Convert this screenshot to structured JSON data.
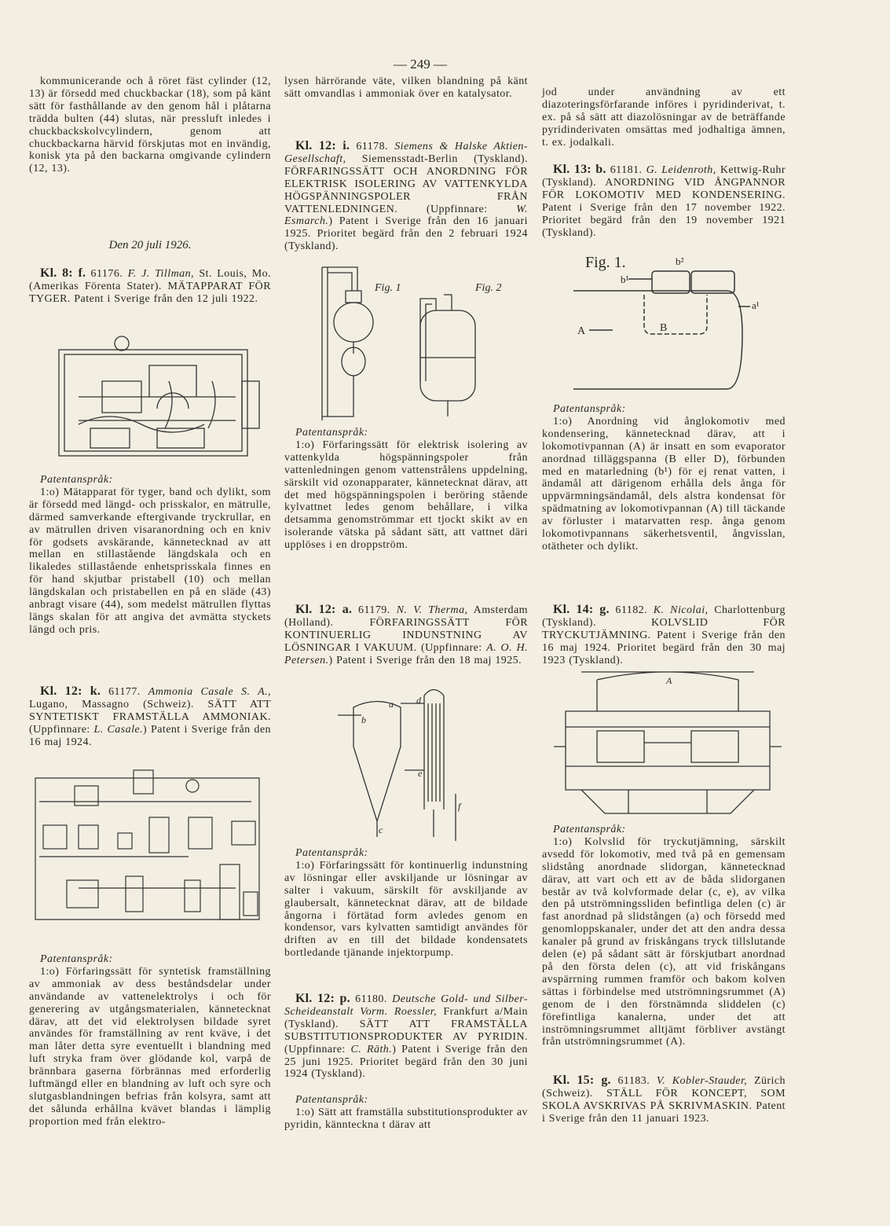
{
  "page_number": "— 249 —",
  "left": {
    "continuation": "kommunicerande och å röret fäst cylinder (12, 13) är försedd med chuckbackar (18), som på känt sätt för fasthållande av den genom hål i plåtarna trädda bulten (44) slutas, när pressluft inledes i chuckbackskolvcylindern, genom att chuckbackarna härvid förskjutas mot en invändig, konisk yta på den backarna omgivande cylindern (12, 13).",
    "date_heading": "Den 20 juli 1926."
  },
  "entries": [
    {
      "cls": "Kl. 8: f.",
      "num": "61176.",
      "applicant": "F. J. Tillman,",
      "pre": "St. Louis, Mo. (Amerikas Förenta Stater). MÄTAPPARAT FÖR TYGER. Patent i Sverige från den 12 juli 1922.",
      "claim_heading": "Patentanspråk:",
      "claim": "1:o) Mätapparat för tyger, band och dylikt, som är försedd med längd- och prisskalor, en mätrulle, därmed samverkande eftergivande tryckrullar, en av mätrullen driven visaranordning och en kniv för godsets avskärande, kännetecknad av att mellan en stillastående längdskala och en likaledes stillastående enhetsprisskala finnes en för hand skjutbar pristabell (10) och mellan längdskalan och pristabellen en på en släde (43) anbragt visare (44), som medelst mätrullen flyttas längs skalan för att angiva det avmätta styckets längd och pris."
    },
    {
      "cls": "Kl. 12: k.",
      "num": "61177.",
      "applicant": "Ammonia Casale S. A.,",
      "pre": "Lugano, Massagno (Schweiz). SÄTT ATT SYNTETISKT FRAMSTÄLLA AMMONIAK. (Uppfinnare:",
      "inventor": "L. Casale.",
      "post": ") Patent i Sverige från den 16 maj 1924.",
      "claim_heading": "Patentanspråk:",
      "claim": "1:o) Förfaringssätt för syntetisk framställning av ammoniak av dess beståndsdelar under användande av vattenelektrolys i och för generering av utgångsmaterialen, kännetecknat därav, att det vid elektrolysen bildade syret användes för framställning av rent kväve, i det man låter detta syre eventuellt i blandning med luft stryka fram över glödande kol, varpå de brännbara gaserna förbrännas med erforderlig luftmängd eller en blandning av luft och syre och slutgasblandningen befrias från kolsyra, samt att det sålunda erhållna kvävet blandas i lämplig proportion med från elektro-",
      "claim_cont": "lysen härrörande väte, vilken blandning på känt sätt omvandlas i ammoniak över en katalysator."
    },
    {
      "cls": "Kl. 12: i.",
      "num": "61178.",
      "applicant": "Siemens & Halske Aktien-Gesellschaft,",
      "pre": "Siemensstadt-Berlin (Tyskland). FÖRFARINGSSÄTT OCH ANORDNING FÖR ELEKTRISK ISOLERING AV VATTENKYLDA HÖGSPÄNNINGSPOLER FRÅN VATTENLEDNINGEN. (Uppfinnare:",
      "inventor": "W. Esmarch.",
      "post": ") Patent i Sverige från den 16 januari 1925. Prioritet begärd från den 2 februari 1924 (Tyskland).",
      "claim_heading": "Patentanspråk:",
      "claim": "1:o) Förfaringssätt för elektrisk isolering av vattenkylda högspänningspoler från vattenledningen genom vattenstrålens uppdelning, särskilt vid ozonapparater, kännetecknat därav, att det med högspänningspolen i beröring stående kylvattnet ledes genom behållare, i vilka detsamma genomströmmar ett tjockt skikt av en isolerande vätska på sådant sätt, att vattnet däri upplöses i en droppström."
    },
    {
      "cls": "Kl. 12: a.",
      "num": "61179.",
      "applicant": "N. V. Therma,",
      "pre": "Amsterdam (Holland). FÖRFARINGSSÄTT FÖR KONTINUERLIG INDUNSTNING AV LÖSNINGAR I VAKUUM. (Uppfinnare:",
      "inventor": "A. O. H. Petersen.",
      "post": ") Patent i Sverige från den 18 maj 1925.",
      "claim_heading": "Patentanspråk:",
      "claim": "1:o) Förfaringssätt för kontinuerlig indunstning av lösningar eller avskiljande ur lösningar av salter i vakuum, särskilt för avskiljande av glaubersalt, kännetecknat därav, att de bildade ångorna i förtätad form avledes genom en kondensor, vars kylvatten samtidigt användes för driften av en till det bildade kondensatets bortledande tjänande injektorpump."
    },
    {
      "cls": "Kl. 12: p.",
      "num": "61180.",
      "applicant": "Deutsche Gold- und Silber-Scheideanstalt Vorm. Roessler,",
      "pre": "Frankfurt a/Main (Tyskland). SÄTT ATT FRAMSTÄLLA SUBSTITUTIONSPRODUKTER AV PYRIDIN. (Uppfinnare:",
      "inventor": "C. Räth.",
      "post": ") Patent i Sverige från den 25 juni 1925. Prioritet begärd från den 30 juni 1924 (Tyskland).",
      "claim_heading": "Patentanspråk:",
      "claim": "1:o) Sätt att framställa substitutionsprodukter av pyridin, kännteckna t därav att",
      "claim_cont": "jod under användning av ett diazoteringsförfarande införes i pyridinderivat, t. ex. på så sätt att diazolösningar av de beträffande pyridinderivaten omsättas med jodhaltiga ämnen, t. ex. jodalkali."
    },
    {
      "cls": "Kl. 13: b.",
      "num": "61181.",
      "applicant": "G. Leidenroth,",
      "pre": "Kettwig-Ruhr (Tyskland). ANORDNING VID ÅNGPANNOR FÖR LOKOMOTIV MED KONDENSERING. Patent i Sverige från den 17 november 1922. Prioritet begärd från den 19 november 1921 (Tyskland).",
      "claim_heading": "Patentanspråk:",
      "claim": "1:o) Anordning vid ånglokomotiv med kondensering, kännetecknad därav, att i lokomotivpannan (A) är insatt en som evaporator anordnad tilläggspanna (B eller D), förbunden med en matarledning (b¹) för ej renat vatten, i ändamål att därigenom erhålla dels ånga för uppvärmningsändamål, dels alstra kondensat för spädmatning av lokomotivpannan (A) till täckande av förluster i matarvatten resp. ånga genom lokomotivpannans säkerhetsventil, ångvisslan, otätheter och dylikt."
    },
    {
      "cls": "Kl. 14: g.",
      "num": "61182.",
      "applicant": "K. Nicolai,",
      "pre": "Charlottenburg (Tyskland). KOLVSLID FÖR TRYCKUTJÄMNING. Patent i Sverige från den 16 maj 1924. Prioritet begärd från den 30 maj 1923 (Tyskland).",
      "claim_heading": "Patentanspråk:",
      "claim": "1:o) Kolvslid för tryckutjämning, särskilt avsedd för lokomotiv, med två på en gemensam slidstång anordnade slidorgan, kännetecknad därav, att vart och ett av de båda slidorganen består av två kolvformade delar (c, e), av vilka den på utströmningssliden befintliga delen (c) är fast anordnad på slidstången (a) och försedd med genomloppskanaler, under det att den andra dessa kanaler på grund av friskångans tryck tillslutande delen (e) på sådant sätt är förskjutbart anordnad på den första delen (c), att vid friskångans avspärrning rummen framför och bakom kolven sättas i förbindelse med utströmningsrummet (A) genom de i den förstnämnda sliddelen (c) förefintliga kanalerna, under det att inströmningsrummet alltjämt förbliver avstängt från utströmningsrummet (A)."
    },
    {
      "cls": "Kl. 15: g.",
      "num": "61183.",
      "applicant": "V. Kobler-Stauder,",
      "pre": "Zürich (Schweiz). STÄLL FÖR KONCEPT, SOM SKOLA AVSKRIVAS PÅ SKRIVMASKIN. Patent i Sverige från den 11 januari 1923."
    }
  ],
  "figures": {
    "siemens": {
      "fig1": "Fig. 1",
      "fig2": "Fig. 2"
    },
    "therma": {
      "a": "a",
      "b": "b",
      "c": "c",
      "d": "d",
      "e": "e",
      "f": "f"
    },
    "leidenroth": {
      "fig": "Fig. 1.",
      "A": "A",
      "B": "B",
      "b1": "b¹",
      "b2": "b²",
      "a1": "a¹"
    },
    "nicolai": {
      "A": "A"
    }
  }
}
